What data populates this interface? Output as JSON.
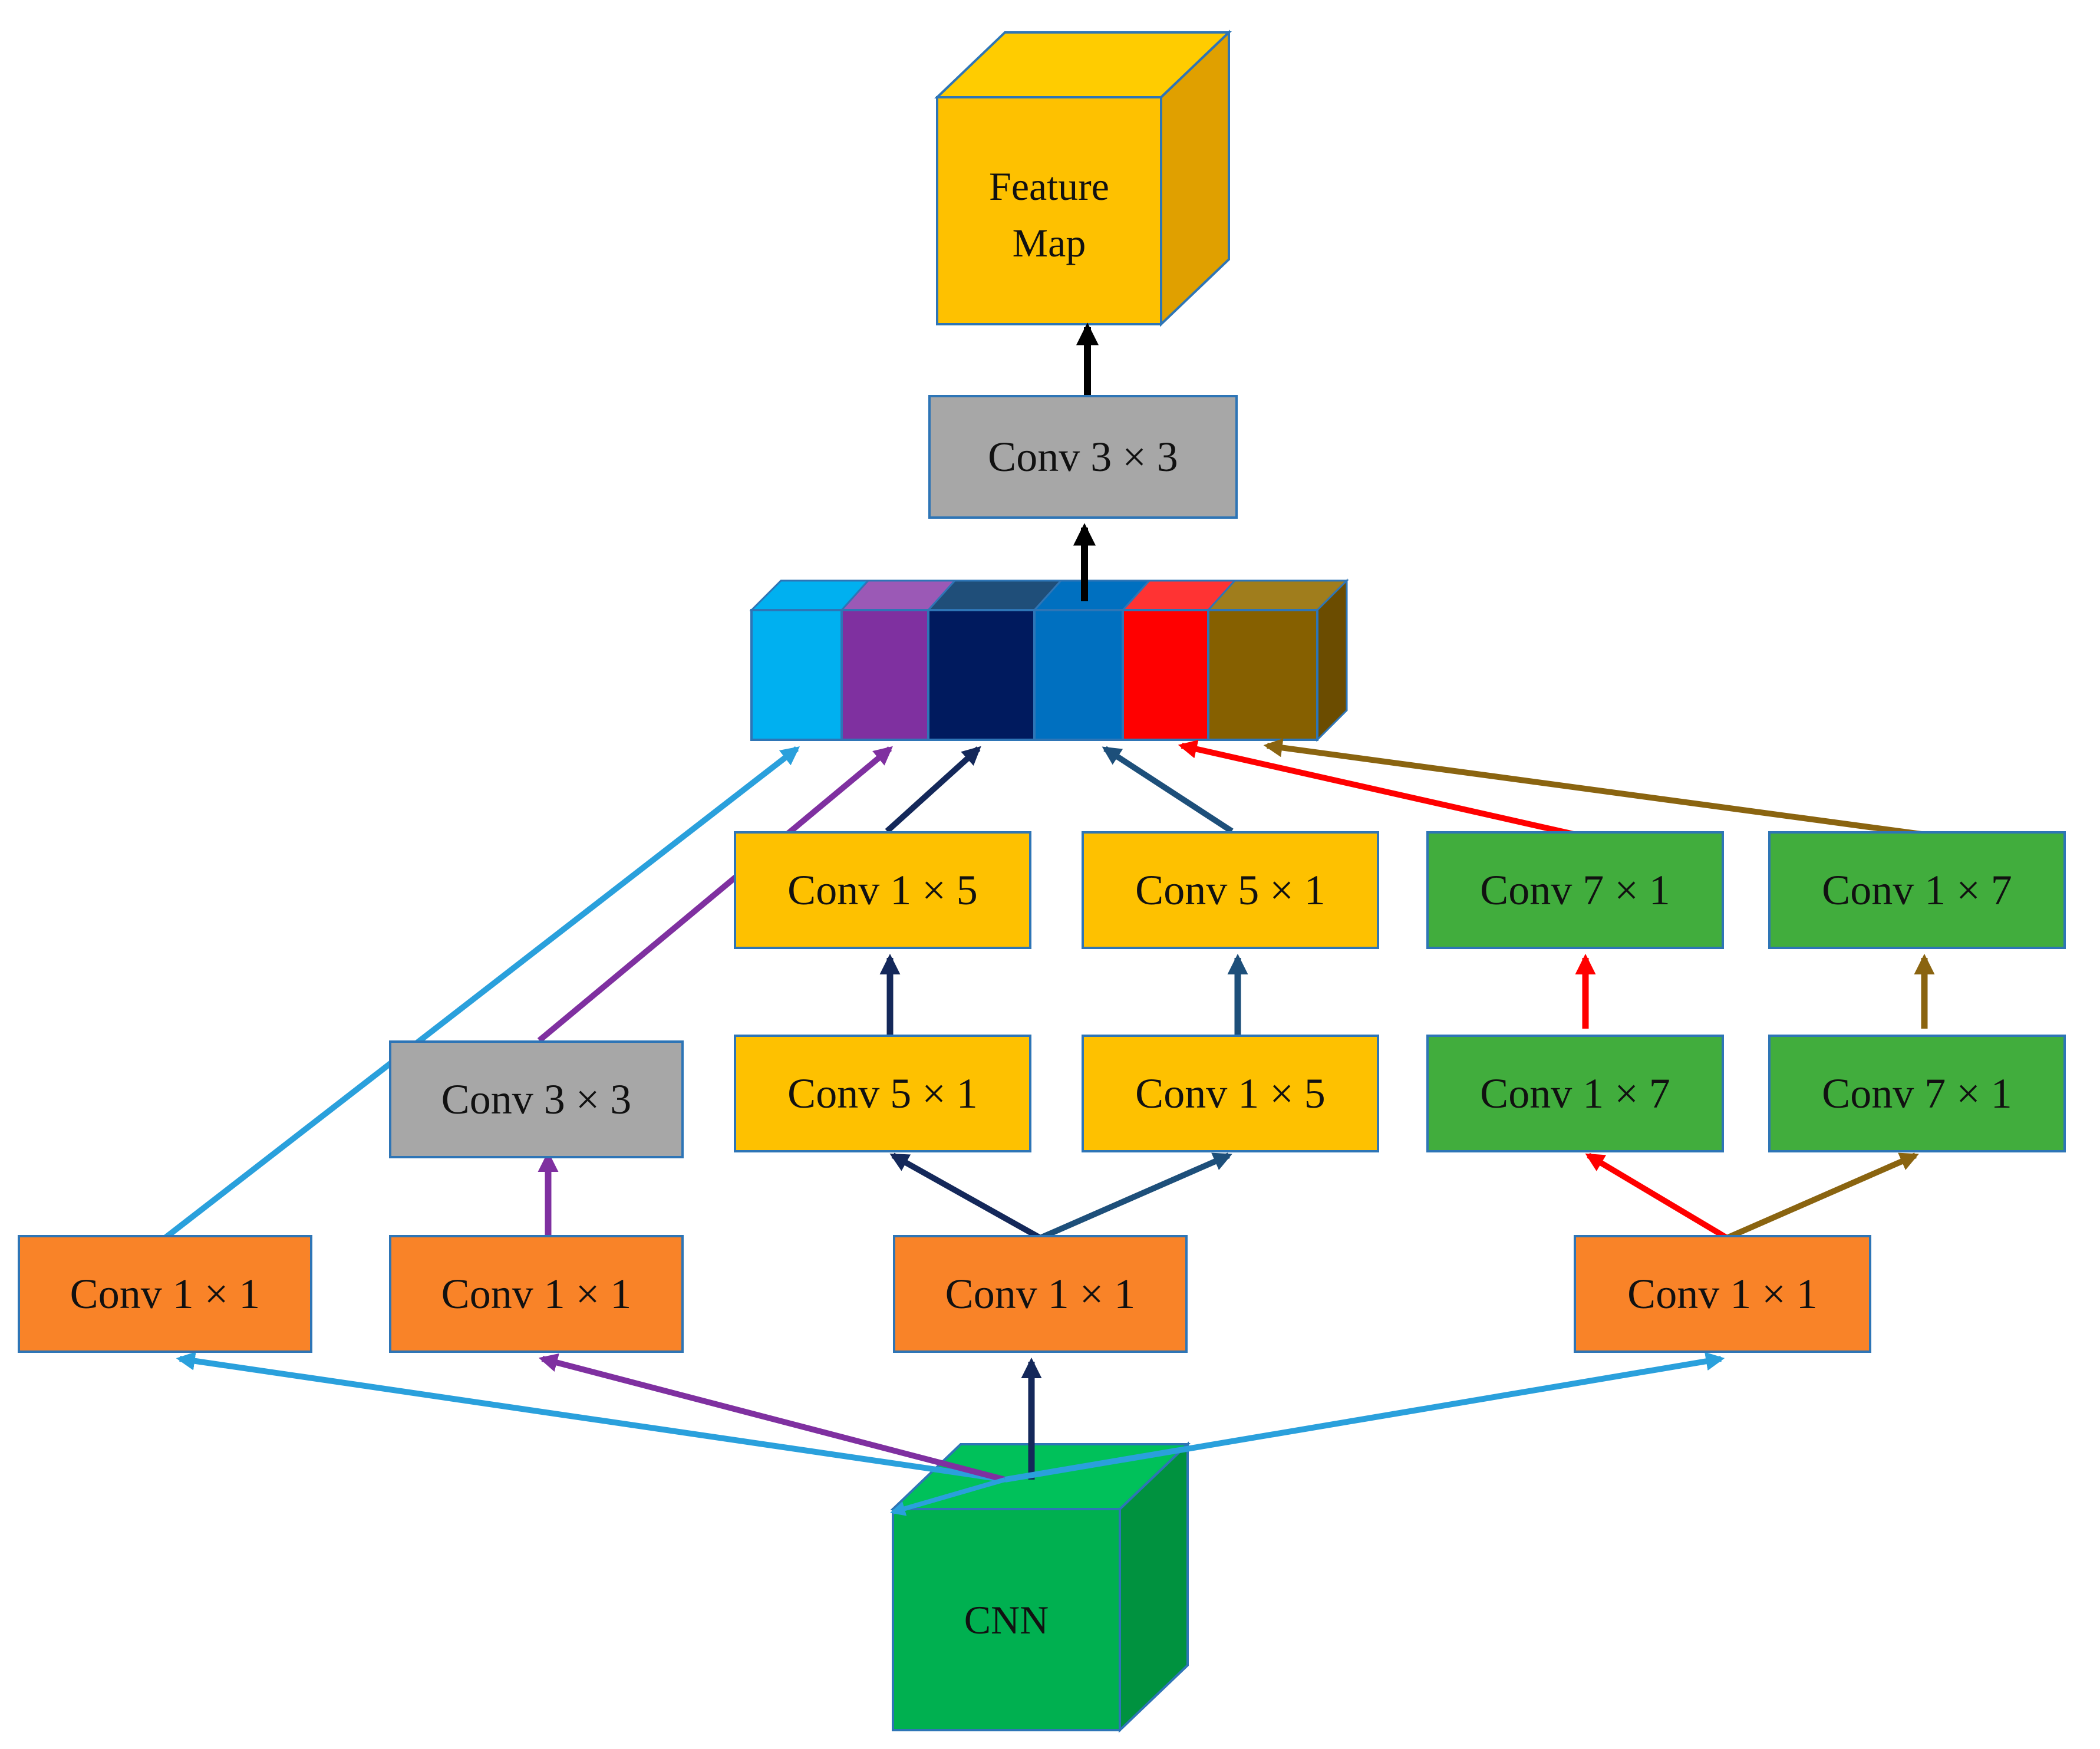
{
  "feature_map": {
    "line1": "Feature",
    "line2": "Map"
  },
  "cnn": {
    "label": "CNN"
  },
  "top_conv": {
    "label": "Conv 3 × 3"
  },
  "branch1": {
    "conv1": "Conv 1 × 1"
  },
  "branch2": {
    "conv1": "Conv 1 × 1",
    "conv2": "Conv 3 × 3"
  },
  "branch3": {
    "conv1": "Conv 1 × 1",
    "left_lower": "Conv 5 × 1",
    "left_upper": "Conv 1 × 5",
    "right_lower": "Conv 1 × 5",
    "right_upper": "Conv 5 × 1"
  },
  "branch4": {
    "conv1": "Conv 1 × 1",
    "left_lower": "Conv 1 × 7",
    "left_upper": "Conv 7 × 1",
    "right_lower": "Conv 7 × 1",
    "right_upper": "Conv 1 × 7"
  },
  "colors": {
    "light_blue": "#2aa0dc",
    "purple": "#7f30a0",
    "navy": "#14285a",
    "steel_blue": "#1d4f7a",
    "red": "#ff0000",
    "brown": "#8a6410",
    "black": "#000000",
    "concat_slices": [
      "#00b0f0",
      "#7f30a0",
      "#001a5e",
      "#0070c0",
      "#ff0000",
      "#866000"
    ]
  }
}
